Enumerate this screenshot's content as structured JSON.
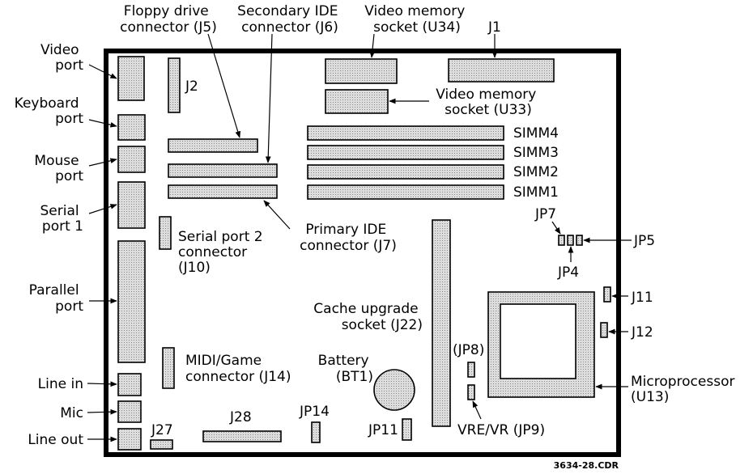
{
  "diagram": {
    "footer": "3634-28.CDR",
    "labels": {
      "video_port": [
        "Video",
        "port"
      ],
      "keyboard_port": [
        "Keyboard",
        "port"
      ],
      "mouse_port": [
        "Mouse",
        "port"
      ],
      "serial_port_1": [
        "Serial",
        "port 1"
      ],
      "parallel_port": [
        "Parallel",
        "port"
      ],
      "line_in": "Line in",
      "mic": "Mic",
      "line_out": "Line out",
      "j27": "J27",
      "j28": "J28",
      "jp14": "JP14",
      "jp11": "JP11",
      "j2": "J2",
      "floppy": [
        "Floppy drive",
        "connector (J5)"
      ],
      "secondary_ide": [
        "Secondary IDE",
        "connector (J6)"
      ],
      "video_mem_u34": [
        "Video memory",
        "socket (U34)"
      ],
      "j1": "J1",
      "video_mem_u33": [
        "Video memory",
        "socket (U33)"
      ],
      "simm4": "SIMM4",
      "simm3": "SIMM3",
      "simm2": "SIMM2",
      "simm1": "SIMM1",
      "primary_ide": [
        "Primary IDE",
        "connector (J7)"
      ],
      "serial_port_2": [
        "Serial port 2",
        "connector",
        "(J10)"
      ],
      "jp7": "JP7",
      "jp5": "JP5",
      "jp4": "JP4",
      "j11": "J11",
      "j12": "J12",
      "cache": [
        "Cache upgrade",
        "socket (J22)"
      ],
      "midi": [
        "MIDI/Game",
        "connector (J14)"
      ],
      "battery": [
        "Battery",
        "(BT1)"
      ],
      "jp8": "(JP8)",
      "microprocessor": [
        "Microprocessor",
        "(U13)"
      ],
      "vre_vr": "VRE/VR (JP9)"
    }
  }
}
